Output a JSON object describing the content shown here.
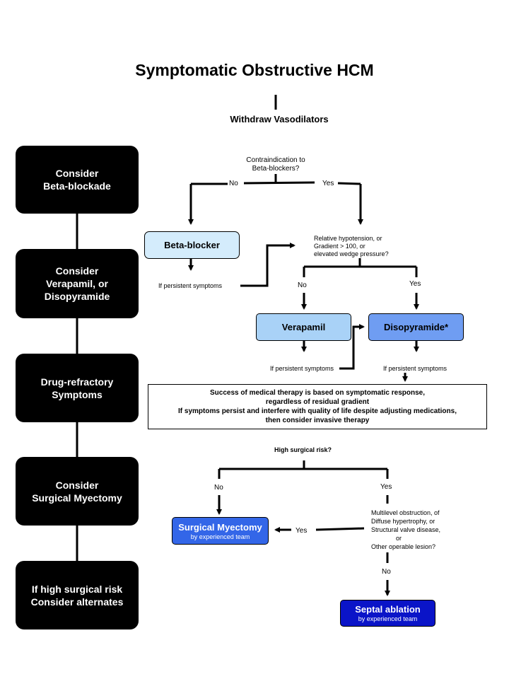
{
  "title": "Symptomatic Obstructive HCM",
  "side_steps": [
    "Consider\nBeta-blockade",
    "Consider\nVerapamil, or\nDisopyramide",
    "Drug-refractory\nSymptoms",
    "Consider\nSurgical Myectomy",
    "If high surgical risk\nConsider alternates"
  ],
  "withdraw": "Withdraw Vasodilators",
  "q_contraindication": "Contraindication to\nBeta-blockers?",
  "no": "No",
  "yes": "Yes",
  "beta_blocker": "Beta-blocker",
  "if_persistent_1": "If persistent  symptoms",
  "q_hypotension": "Relative hypotension, or\nGradient > 100, or\nelevated wedge pressure?",
  "verapamil": "Verapamil",
  "disopyramide": "Disopyramide*",
  "if_persistent_2": "If persistent symptoms",
  "if_persistent_3": "If persistent symptoms",
  "note_lines": [
    "Success of medical therapy is based on symptomatic response,",
    "regardless of residual gradient",
    "If symptoms persist and interfere with quality of life despite adjusting medications,",
    "then consider invasive therapy"
  ],
  "q_surgical_risk": "High surgical risk?",
  "surgical_myectomy": "Surgical Myectomy",
  "by_team_1": "by experienced team",
  "q_multilevel": "Multilevel obstruction, of\nDiffuse hypertrophy, or\nStructural valve disease,\n              or\nOther operable lesion?",
  "septal_ablation": "Septal ablation",
  "by_team_2": "by experienced team",
  "colors": {
    "beta_blocker_fill": "#d4ecfc",
    "verapamil_fill": "#a9d2f7",
    "disopyramide_fill": "#6f9df2",
    "myectomy_fill": "#3366e8",
    "septal_fill": "#0a14c8"
  }
}
